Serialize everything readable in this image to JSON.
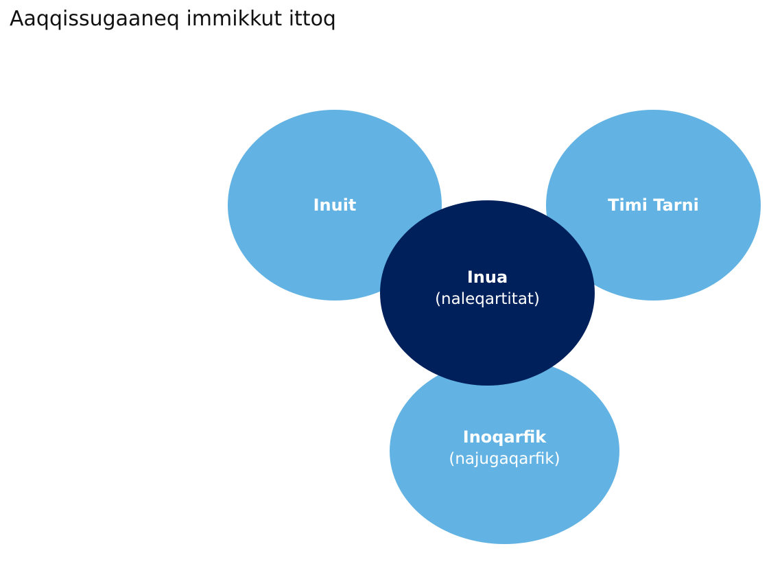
{
  "title": "Aaqqissugaaneq immikkut ittoq",
  "colors": {
    "light": "#62b3e3",
    "dark": "#00205b"
  },
  "nodes": {
    "inuit": {
      "label": "Inuit"
    },
    "timi_tarni": {
      "label": "Timi Tarni"
    },
    "inua": {
      "label": "Inua",
      "sub": "(naleqartitat)"
    },
    "inoqarfik": {
      "label": "Inoqarfik",
      "sub": "(najugaqarfik)"
    }
  }
}
